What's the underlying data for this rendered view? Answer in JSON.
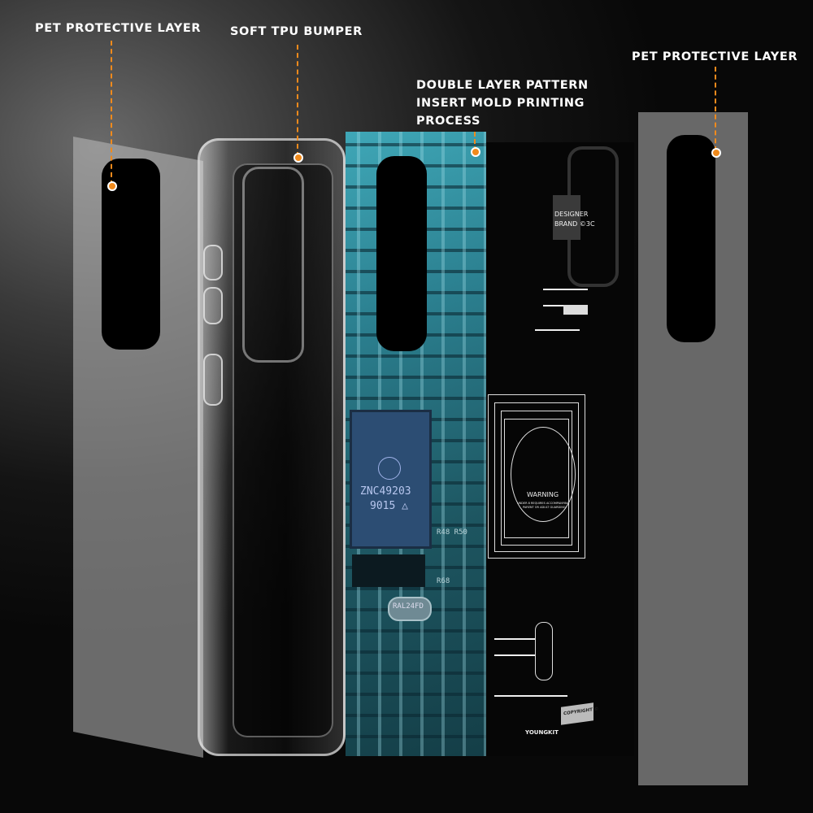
{
  "labels": {
    "pet_left": "PET PROTECTIVE LAYER",
    "tpu_bumper": "SOFT TPU BUMPER",
    "pattern_line1": "DOUBLE LAYER PATTERN",
    "pattern_line2": "INSERT MOLD PRINTING",
    "pattern_line3": "PROCESS",
    "pet_right": "PET PROTECTIVE LAYER"
  },
  "circuit_print": {
    "chip_code": "ZNC49203",
    "chip_sub": "9015 △",
    "resistor_a": "R48 R50",
    "resistor_b": "R68",
    "crystal": "RAL24FD"
  },
  "pattern_print": {
    "brand_line1": "DESIGNER",
    "brand_line2": "BRAND ©3C",
    "warning": "WARNING",
    "warning_sub1": "UNDER 8 REQUIRES ACCOMPANYING",
    "warning_sub2": "PARENT OR ADULT GUARDING",
    "copyright": "COPYRIGHT ©",
    "brand_footer": "YOUNGKIT"
  },
  "colors": {
    "accent": "#f08a1c",
    "background": "#0a0a0a",
    "label_text": "#ffffff"
  }
}
